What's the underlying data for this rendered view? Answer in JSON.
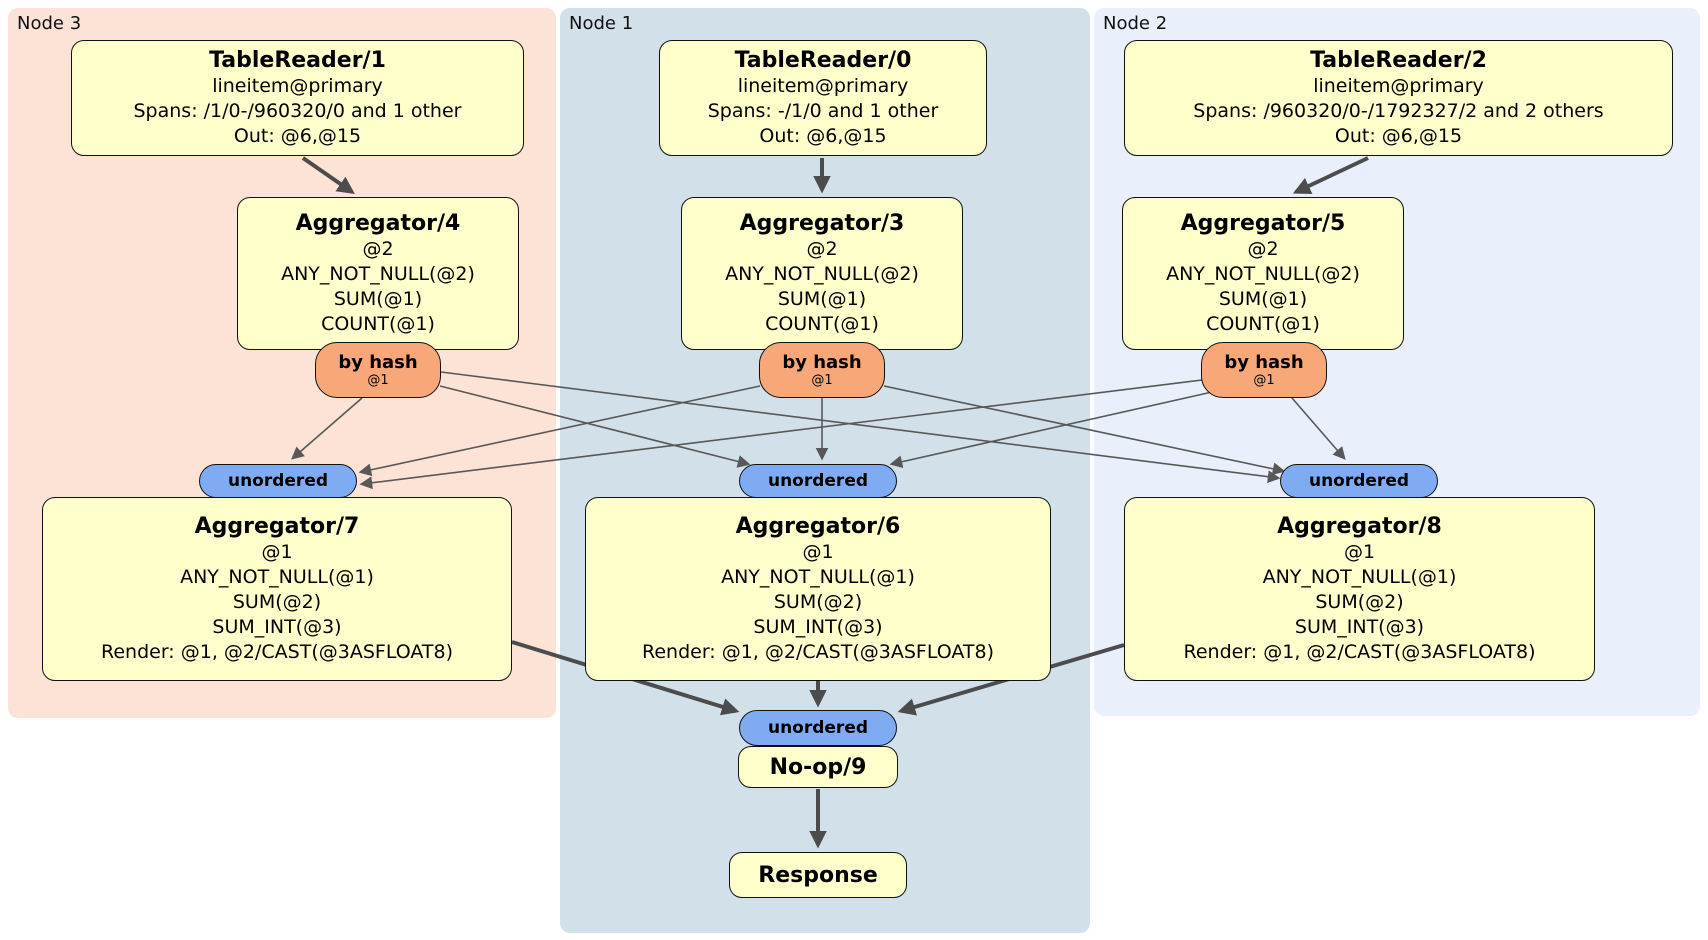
{
  "groups": [
    {
      "label": "Node 3"
    },
    {
      "label": "Node 1"
    },
    {
      "label": "Node 2"
    }
  ],
  "processors": {
    "tr1": {
      "title": "TableReader/1",
      "lines": [
        "lineitem@primary",
        "Spans: /1/0-/960320/0 and 1 other",
        "Out: @6,@15"
      ]
    },
    "tr0": {
      "title": "TableReader/0",
      "lines": [
        "lineitem@primary",
        "Spans: -/1/0 and 1 other",
        "Out: @6,@15"
      ]
    },
    "tr2": {
      "title": "TableReader/2",
      "lines": [
        "lineitem@primary",
        "Spans: /960320/0-/1792327/2 and 2 others",
        "Out: @6,@15"
      ]
    },
    "agg4": {
      "title": "Aggregator/4",
      "lines": [
        "@2",
        "ANY_NOT_NULL(@2)",
        "SUM(@1)",
        "COUNT(@1)"
      ]
    },
    "agg3": {
      "title": "Aggregator/3",
      "lines": [
        "@2",
        "ANY_NOT_NULL(@2)",
        "SUM(@1)",
        "COUNT(@1)"
      ]
    },
    "agg5": {
      "title": "Aggregator/5",
      "lines": [
        "@2",
        "ANY_NOT_NULL(@2)",
        "SUM(@1)",
        "COUNT(@1)"
      ]
    },
    "agg7": {
      "title": "Aggregator/7",
      "lines": [
        "@1",
        "ANY_NOT_NULL(@1)",
        "SUM(@2)",
        "SUM_INT(@3)",
        "Render: @1, @2/CAST(@3ASFLOAT8)"
      ]
    },
    "agg6": {
      "title": "Aggregator/6",
      "lines": [
        "@1",
        "ANY_NOT_NULL(@1)",
        "SUM(@2)",
        "SUM_INT(@3)",
        "Render: @1, @2/CAST(@3ASFLOAT8)"
      ]
    },
    "agg8": {
      "title": "Aggregator/8",
      "lines": [
        "@1",
        "ANY_NOT_NULL(@1)",
        "SUM(@2)",
        "SUM_INT(@3)",
        "Render: @1, @2/CAST(@3ASFLOAT8)"
      ]
    },
    "noop": {
      "title": "No-op/9"
    },
    "response": {
      "title": "Response"
    }
  },
  "routers": [
    {
      "label": "by hash",
      "detail": "@1"
    },
    {
      "label": "by hash",
      "detail": "@1"
    },
    {
      "label": "by hash",
      "detail": "@1"
    }
  ],
  "syncs": [
    {
      "label": "unordered"
    },
    {
      "label": "unordered"
    },
    {
      "label": "unordered"
    },
    {
      "label": "unordered"
    }
  ],
  "edges": [
    {
      "from": "TableReader/1",
      "to": "Aggregator/4",
      "type": "flow"
    },
    {
      "from": "TableReader/0",
      "to": "Aggregator/3",
      "type": "flow"
    },
    {
      "from": "TableReader/2",
      "to": "Aggregator/5",
      "type": "flow"
    },
    {
      "from": "Aggregator/4",
      "to": "Aggregator/7",
      "type": "hash-route"
    },
    {
      "from": "Aggregator/4",
      "to": "Aggregator/6",
      "type": "hash-route"
    },
    {
      "from": "Aggregator/4",
      "to": "Aggregator/8",
      "type": "hash-route"
    },
    {
      "from": "Aggregator/3",
      "to": "Aggregator/7",
      "type": "hash-route"
    },
    {
      "from": "Aggregator/3",
      "to": "Aggregator/6",
      "type": "hash-route"
    },
    {
      "from": "Aggregator/3",
      "to": "Aggregator/8",
      "type": "hash-route"
    },
    {
      "from": "Aggregator/5",
      "to": "Aggregator/7",
      "type": "hash-route"
    },
    {
      "from": "Aggregator/5",
      "to": "Aggregator/6",
      "type": "hash-route"
    },
    {
      "from": "Aggregator/5",
      "to": "Aggregator/8",
      "type": "hash-route"
    },
    {
      "from": "Aggregator/7",
      "to": "No-op/9",
      "type": "flow"
    },
    {
      "from": "Aggregator/6",
      "to": "No-op/9",
      "type": "flow"
    },
    {
      "from": "Aggregator/8",
      "to": "No-op/9",
      "type": "flow"
    },
    {
      "from": "No-op/9",
      "to": "Response",
      "type": "flow"
    }
  ],
  "colors": {
    "node3_bg": "#fce3d5",
    "node1_bg": "#d2e0e9",
    "node2_bg": "#e9effb",
    "processor_fill": "#ffffcc",
    "router_fill": "#f8a878",
    "sync_fill": "#7fabf2",
    "edge": "#4c4c4c",
    "border": "#000000"
  }
}
